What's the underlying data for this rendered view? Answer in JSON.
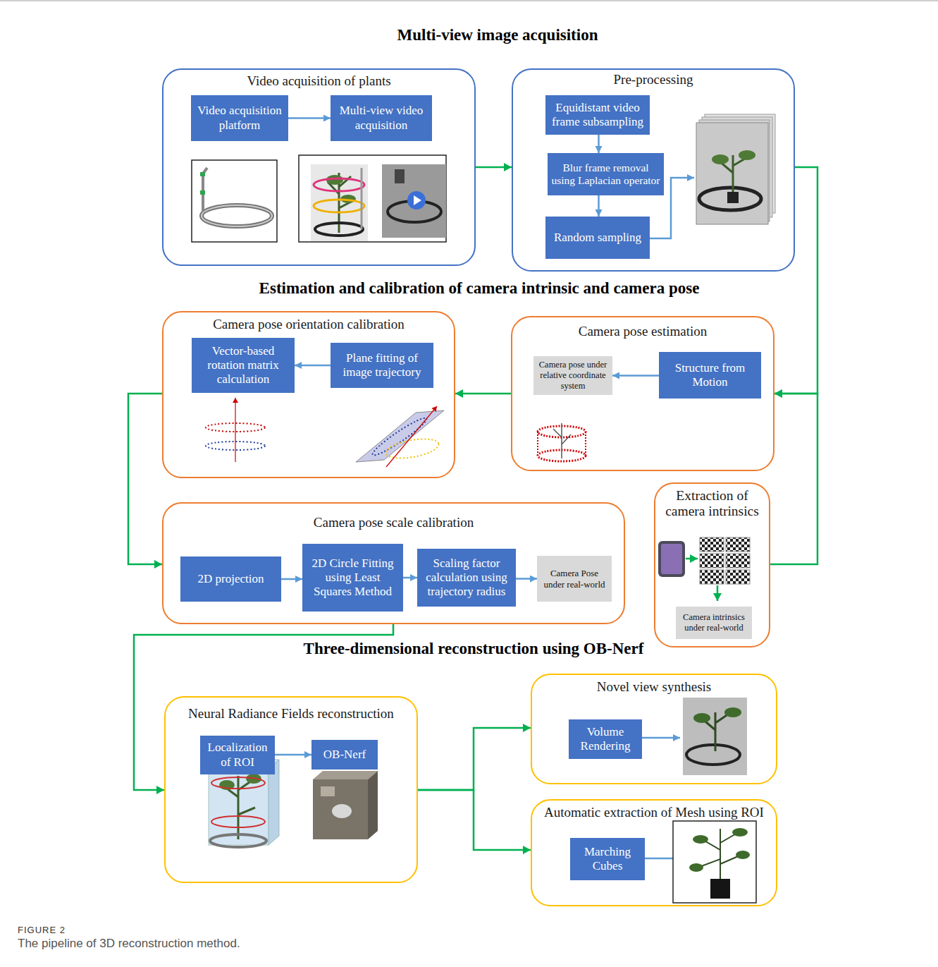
{
  "diagram": {
    "caption": "The pipeline of 3D reconstruction method.",
    "nodes": [
      {
        "text": [
          "Video acquisition of plants"
        ]
      },
      {
        "text": [
          "Video acquisition platform"
        ],
        "in": 0
      },
      {
        "text": [
          "Multi-view video acquisition"
        ],
        "in": 0
      },
      {
        "text": [
          "Pre-processing"
        ]
      },
      {
        "text": [
          "Equidistant video frame subsampling"
        ],
        "in": 3
      },
      {
        "text": [
          "Blur frame removal using Laplacian operator"
        ],
        "in": 3
      },
      {
        "text": [
          "Random sampling"
        ],
        "in": 3
      },
      {
        "text": [
          "Camera pose orientation calibration"
        ]
      },
      {
        "text": [
          "Vector-based rotation matrix calculation"
        ],
        "in": 7
      },
      {
        "text": [
          "Plane fitting of image trajectory"
        ],
        "in": 7
      },
      {
        "text": [
          "Camera pose estimation"
        ]
      },
      {
        "text": [
          "Camera pose under relative coordinate system"
        ],
        "in": 10
      },
      {
        "text": [
          "Structure from Motion"
        ],
        "in": 10
      },
      {
        "text": [
          "Camera pose scale calibration"
        ]
      },
      {
        "text": [
          "2D projection"
        ],
        "in": 13
      },
      {
        "text": [
          "2D Circle Fitting using Least Squares Method"
        ],
        "in": 13
      },
      {
        "text": [
          "Scaling factor calculation using trajectory radius"
        ],
        "in": 13
      },
      {
        "text": [
          "Camera Pose under real-world"
        ],
        "in": 13
      },
      {
        "text": [
          "Extraction of camera intrinsics"
        ]
      },
      {
        "text": [
          "Camera intrinsics under real-world"
        ],
        "in": 18
      },
      {
        "text": [
          "Neural Radiance Fields reconstruction"
        ]
      },
      {
        "text": [
          "Localization of ROI"
        ],
        "in": 20
      },
      {
        "text": [
          "OB-Nerf"
        ],
        "in": 20
      },
      {
        "text": [
          "Novel view synthesis"
        ]
      },
      {
        "text": [
          "Volume Rendering"
        ],
        "in": 23
      },
      {
        "text": [
          "Automatic extraction of Mesh using ROI"
        ]
      },
      {
        "text": [
          "Marching Cubes"
        ],
        "in": 25
      }
    ],
    "edges": [
      {
        "from": 1,
        "to": 2,
        "arrow": "to"
      },
      {
        "from": 4,
        "to": 5,
        "arrow": "to"
      },
      {
        "from": 5,
        "to": 6,
        "arrow": "to"
      },
      {
        "from": 0,
        "to": 3,
        "arrow": "to"
      },
      {
        "from": 3,
        "to": 10,
        "arrow": "to"
      },
      {
        "from": 18,
        "to": 10,
        "arrow": "to"
      },
      {
        "from": 12,
        "to": 11,
        "arrow": "to"
      },
      {
        "from": 10,
        "to": 7,
        "arrow": "to"
      },
      {
        "from": 9,
        "to": 8,
        "arrow": "to"
      },
      {
        "from": 7,
        "to": 13,
        "arrow": "to"
      },
      {
        "from": 14,
        "to": 15,
        "arrow": "to"
      },
      {
        "from": 15,
        "to": 16,
        "arrow": "to"
      },
      {
        "from": 16,
        "to": 17,
        "arrow": "to"
      },
      {
        "from": 13,
        "to": 20,
        "arrow": "to"
      },
      {
        "from": 21,
        "to": 22,
        "arrow": "to"
      },
      {
        "from": 20,
        "to": 23,
        "arrow": "to"
      },
      {
        "from": 20,
        "to": 25,
        "arrow": "to"
      }
    ],
    "labels": [
      "Multi-view image acquisition",
      "Estimation and calibration of camera intrinsic and camera pose",
      "Three-dimensional reconstruction using OB-Nerf",
      "FIGURE 2"
    ]
  }
}
